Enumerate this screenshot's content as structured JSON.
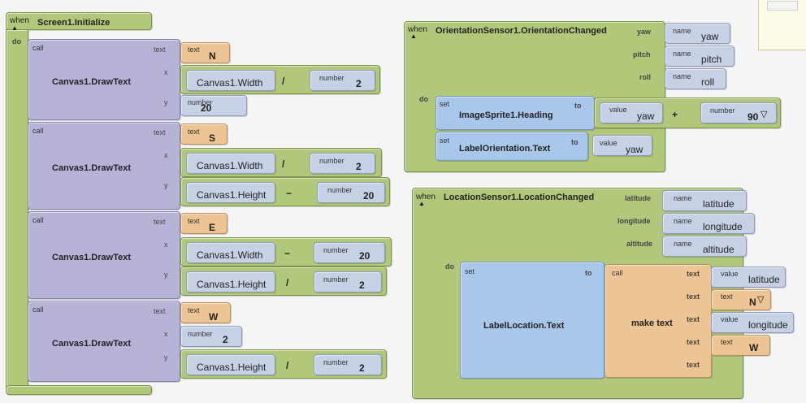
{
  "labels": {
    "when": "when",
    "do": "do",
    "call": "call",
    "set": "set",
    "to": "to",
    "text": "text",
    "x": "x",
    "y": "y",
    "number": "number",
    "name": "name",
    "value": "value",
    "yaw": "yaw",
    "pitch": "pitch",
    "roll": "roll",
    "latitude": "latitude",
    "longitude": "longitude",
    "altitude": "altitude"
  },
  "screen_init": {
    "event": "Screen1.Initialize",
    "calls": [
      {
        "method": "Canvas1.DrawText",
        "text": "N",
        "x": {
          "left": "Canvas1.Width",
          "op": "/",
          "right": "2"
        },
        "y": {
          "num": "20"
        }
      },
      {
        "method": "Canvas1.DrawText",
        "text": "S",
        "x": {
          "left": "Canvas1.Width",
          "op": "/",
          "right": "2"
        },
        "y": {
          "left": "Canvas1.Height",
          "op": "−",
          "right": "20"
        }
      },
      {
        "method": "Canvas1.DrawText",
        "text": "E",
        "x": {
          "left": "Canvas1.Width",
          "op": "−",
          "right": "20"
        },
        "y": {
          "left": "Canvas1.Height",
          "op": "/",
          "right": "2"
        }
      },
      {
        "method": "Canvas1.DrawText",
        "text": "W",
        "x": {
          "num": "2"
        },
        "y": {
          "left": "Canvas1.Height",
          "op": "/",
          "right": "2"
        }
      }
    ]
  },
  "orientation": {
    "event": "OrientationSensor1.OrientationChanged",
    "heading": {
      "target": "ImageSprite1.Heading",
      "value": "yaw",
      "op": "+",
      "number": "90"
    },
    "label": {
      "target": "LabelOrientation.Text",
      "value": "yaw"
    }
  },
  "location": {
    "event": "LocationSensor1.LocationChanged",
    "target": "LabelLocation.Text",
    "make_text": "make text",
    "items": [
      {
        "kind": "value",
        "val": "latitude"
      },
      {
        "kind": "text",
        "val": "N"
      },
      {
        "kind": "value",
        "val": "longitude"
      },
      {
        "kind": "text",
        "val": "W"
      }
    ]
  },
  "colors": {
    "event": "#b1c87a",
    "call": "#b6b3d6",
    "setter": "#a9c7ea",
    "getter": "#c7d1e6",
    "text_block": "#edc493"
  }
}
